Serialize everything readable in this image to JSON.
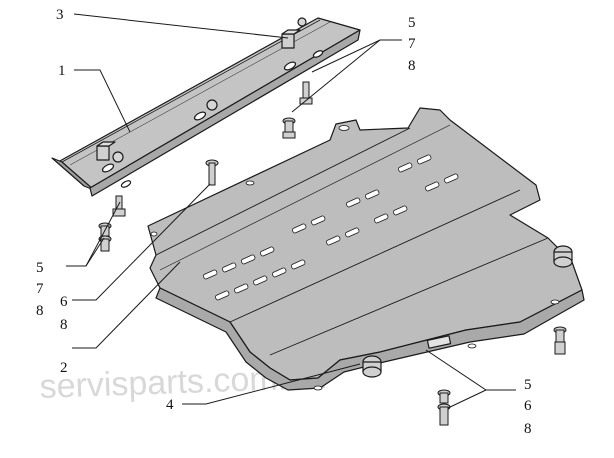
{
  "diagram": {
    "callouts": {
      "c1": "1",
      "c2": "2",
      "c3": "3",
      "c4": "4",
      "group_top_right": [
        "5",
        "7",
        "8"
      ],
      "group_left": [
        "5",
        "7",
        "8"
      ],
      "group_mid_left": [
        "6",
        "8"
      ],
      "group_bottom_right": [
        "5",
        "6",
        "8"
      ]
    },
    "watermark": "servisparts.com.ua"
  },
  "colors": {
    "line": "#1a1a1a",
    "plate_fill": "#bdbdbd",
    "plate_shade": "#a9a9a9",
    "bracket_fill": "#c4c4c4",
    "slot_fill": "#ffffff",
    "watermark": "#d8d8d8"
  }
}
